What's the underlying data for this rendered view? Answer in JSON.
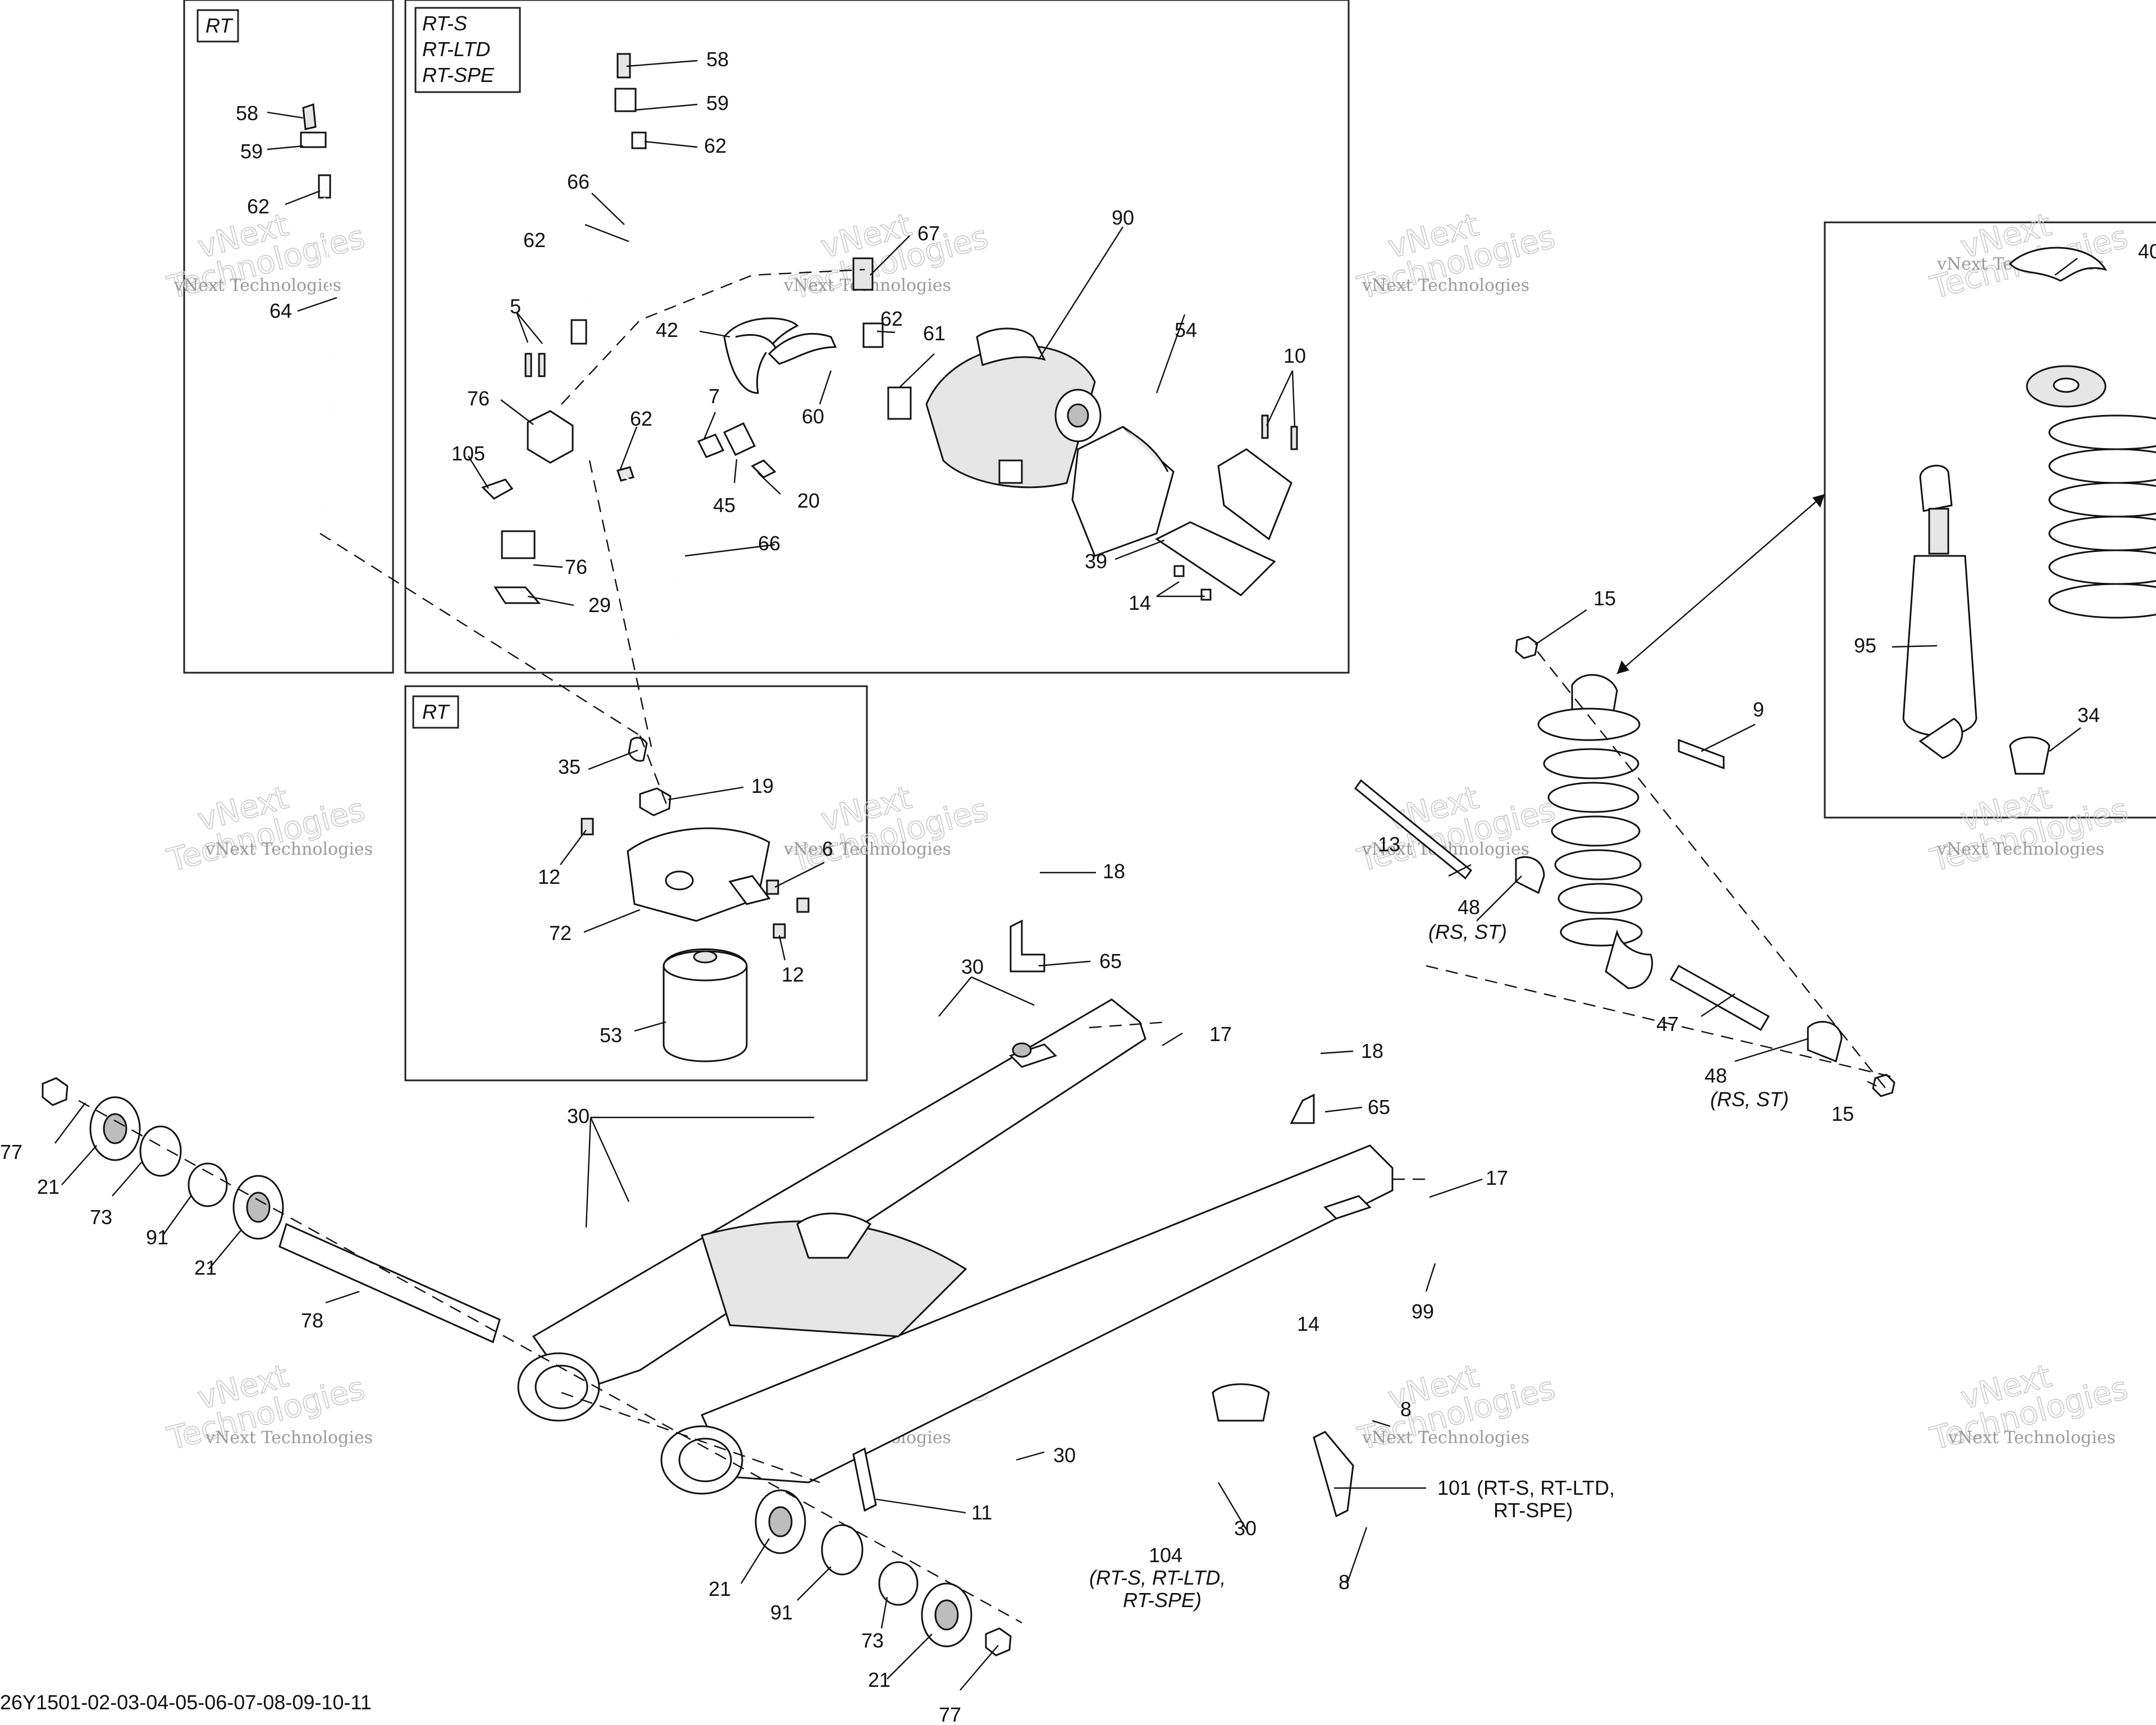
{
  "boxes": {
    "rt_left": "RT",
    "rt_models": [
      "RT-S",
      "RT-LTD",
      "RT-SPE"
    ],
    "rt_pump": "RT"
  },
  "callouts": {
    "c58a": "58",
    "c59a": "59",
    "c62a": "62",
    "c64": "64",
    "c58b": "58",
    "c59b": "59",
    "c62b": "62",
    "c66a": "66",
    "c62c": "62",
    "c5": "5",
    "c76a": "76",
    "c105": "105",
    "c76b": "76",
    "c29": "29",
    "c62d": "62",
    "c66b": "66",
    "c42": "42",
    "c60": "60",
    "c67": "67",
    "c7": "7",
    "c45": "45",
    "c20": "20",
    "c62e": "62",
    "c61": "61",
    "c90": "90",
    "c54": "54",
    "c10": "10",
    "c39": "39",
    "c14a": "14",
    "c35": "35",
    "c19": "19",
    "c12a": "12",
    "c6": "6",
    "c72": "72",
    "c12b": "12",
    "c53": "53",
    "c15a": "15",
    "c9": "9",
    "c13": "13",
    "c48a": "48",
    "c48a_note": "(RS, ST)",
    "c47": "47",
    "c48b": "48",
    "c48b_note": "(RS, ST)",
    "c15b": "15",
    "c40": "40",
    "c95": "95",
    "c34": "34",
    "c18a": "18",
    "c65a": "65",
    "c30a": "30",
    "c17a": "17",
    "c18b": "18",
    "c65b": "65",
    "c30b": "30",
    "c17b": "17",
    "c99": "99",
    "c77a": "77",
    "c21a": "21",
    "c73a": "73",
    "c91a": "91",
    "c21b": "21",
    "c78": "78",
    "c14b": "14",
    "c30c": "30",
    "c11": "11",
    "c8a": "8",
    "c101": "101 (RT-S, RT-LTD,",
    "c101b": "RT-SPE)",
    "c30d": "30",
    "c104": "104",
    "c104b": "(RT-S, RT-LTD,",
    "c104c": "RT-SPE)",
    "c8b": "8",
    "c21c": "21",
    "c91b": "91",
    "c73b": "73",
    "c21d": "21",
    "c77b": "77"
  },
  "watermark": {
    "brand": "vNext",
    "line": "vNext Technologies",
    "word": "Technologies"
  },
  "footer": {
    "code": "26Y1501-02-03-04-05-06-07-08-09-10-11"
  }
}
